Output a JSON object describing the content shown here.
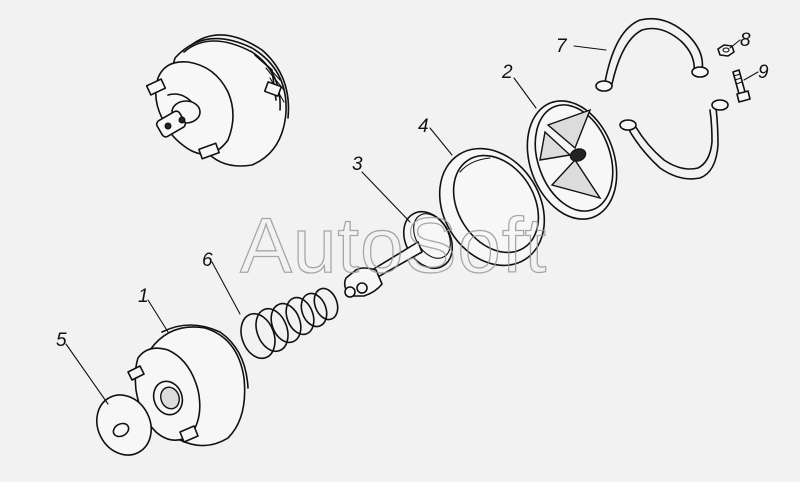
{
  "watermark": "AutoSoft",
  "callouts": [
    {
      "id": "1",
      "label": "1"
    },
    {
      "id": "2",
      "label": "2"
    },
    {
      "id": "3",
      "label": "3"
    },
    {
      "id": "4",
      "label": "4"
    },
    {
      "id": "5",
      "label": "5"
    },
    {
      "id": "6",
      "label": "6"
    },
    {
      "id": "7",
      "label": "7"
    },
    {
      "id": "8",
      "label": "8"
    },
    {
      "id": "9",
      "label": "9"
    }
  ],
  "colors": {
    "background": "#f2f2f2",
    "ink": "#111111",
    "watermark": "#9a9a9a"
  }
}
